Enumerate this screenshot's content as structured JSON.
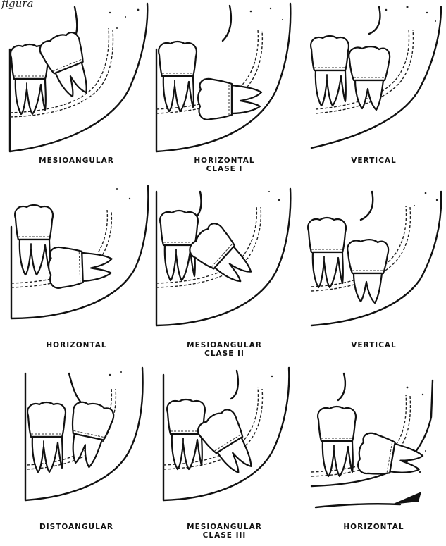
{
  "header": {
    "corner_text": "figura"
  },
  "panels": [
    {
      "id": "p1",
      "caption_lines": [
        "MESIOANGULAR"
      ]
    },
    {
      "id": "p2",
      "caption_lines": [
        "HORIZONTAL",
        "CLASE I"
      ]
    },
    {
      "id": "p3",
      "caption_lines": [
        "VERTICAL"
      ]
    },
    {
      "id": "p4",
      "caption_lines": [
        "HORIZONTAL"
      ]
    },
    {
      "id": "p5",
      "caption_lines": [
        "MESIOANGULAR",
        "CLASE II"
      ]
    },
    {
      "id": "p6",
      "caption_lines": [
        "VERTICAL"
      ]
    },
    {
      "id": "p7",
      "caption_lines": [
        "DISTOANGULAR"
      ]
    },
    {
      "id": "p8",
      "caption_lines": [
        "MESIOANGULAR",
        "CLASE III"
      ]
    },
    {
      "id": "p9",
      "caption_lines": [
        "HORIZONTAL"
      ]
    }
  ]
}
